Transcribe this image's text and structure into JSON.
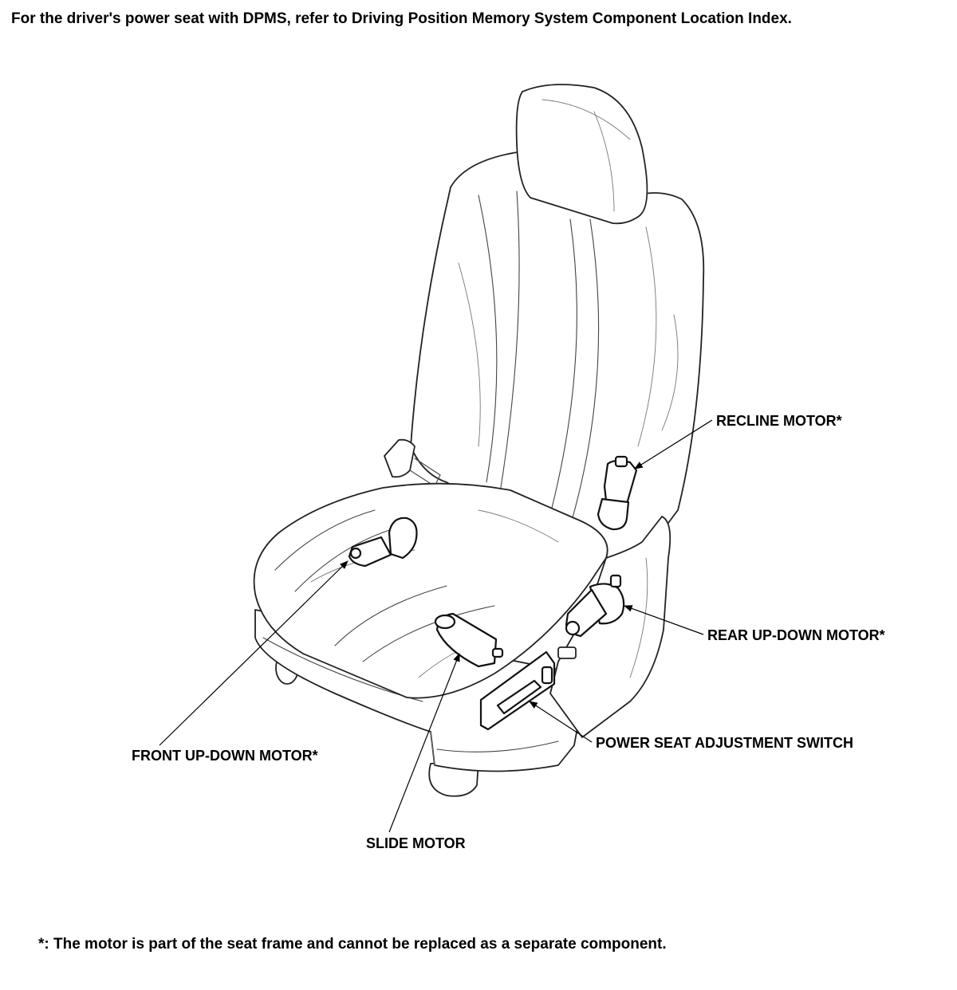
{
  "header": {
    "note": "For the driver's power seat with DPMS, refer to Driving Position Memory System Component Location Index."
  },
  "diagram": {
    "callouts": {
      "recline_motor": "RECLINE MOTOR*",
      "rear_up_down_motor": "REAR UP-DOWN MOTOR*",
      "power_seat_adjustment_switch": "POWER SEAT ADJUSTMENT SWITCH",
      "front_up_down_motor": "FRONT UP-DOWN MOTOR*",
      "slide_motor": "SLIDE MOTOR"
    }
  },
  "footer": {
    "note": "*: The motor is part of the seat frame and cannot be replaced as a separate component."
  }
}
